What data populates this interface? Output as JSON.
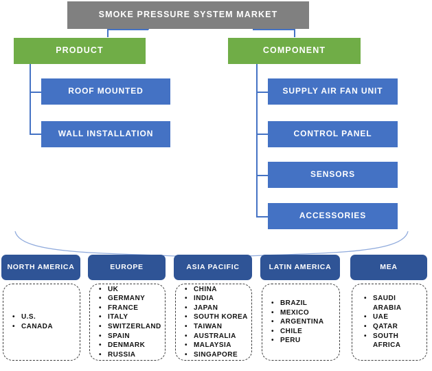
{
  "diagram": {
    "type": "market-segmentation-tree",
    "root": {
      "label": "SMOKE PRESSURE SYSTEM MARKET",
      "color": "#808080"
    },
    "branches": [
      {
        "label": "PRODUCT",
        "color": "#70AD47"
      },
      {
        "label": "COMPONENT",
        "color": "#70AD47"
      }
    ],
    "leaves": {
      "product": [
        {
          "label": "ROOF MOUNTED",
          "color": "#4472C4"
        },
        {
          "label": "WALL INSTALLATION",
          "color": "#4472C4"
        }
      ],
      "component": [
        {
          "label": "SUPPLY AIR FAN UNIT",
          "color": "#4472C4"
        },
        {
          "label": "CONTROL PANEL",
          "color": "#4472C4"
        },
        {
          "label": "SENSORS",
          "color": "#4472C4"
        },
        {
          "label": "ACCESSORIES",
          "color": "#4472C4"
        }
      ]
    },
    "regions": [
      {
        "label": "NORTH AMERICA",
        "color": "#2F5496",
        "countries": [
          "U.S.",
          "CANADA"
        ]
      },
      {
        "label": "EUROPE",
        "color": "#2F5496",
        "countries": [
          "UK",
          "GERMANY",
          "FRANCE",
          "ITALY",
          "SWITZERLAND",
          "SPAIN",
          "DENMARK",
          "RUSSIA"
        ]
      },
      {
        "label": "ASIA PACIFIC",
        "color": "#2F5496",
        "countries": [
          "CHINA",
          "INDIA",
          "JAPAN",
          "SOUTH KOREA",
          "TAIWAN",
          "AUSTRALIA",
          "MALAYSIA",
          "SINGAPORE"
        ]
      },
      {
        "label": "LATIN AMERICA",
        "color": "#2F5496",
        "countries": [
          "BRAZIL",
          "MEXICO",
          "ARGENTINA",
          "CHILE",
          "PERU"
        ]
      },
      {
        "label": "MEA",
        "color": "#2F5496",
        "countries": [
          "SAUDI ARABIA",
          "UAE",
          "QATAR",
          "SOUTH AFRICA"
        ]
      }
    ]
  }
}
